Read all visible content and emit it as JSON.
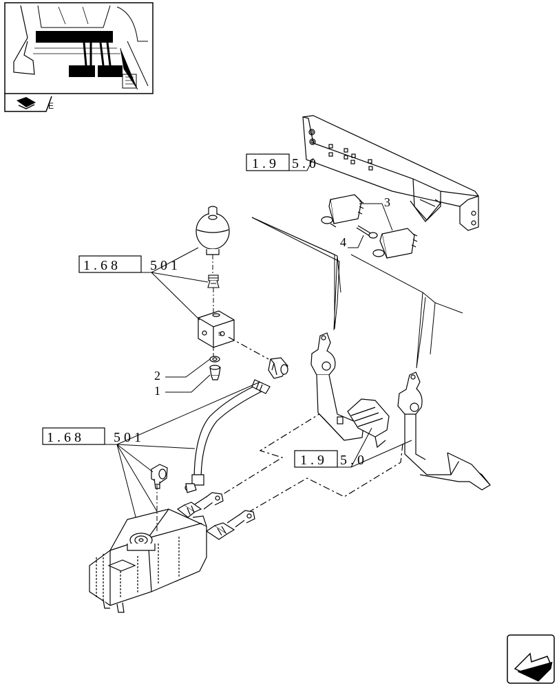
{
  "thumbnail": {
    "label": "E"
  },
  "references": {
    "ref_195_top": {
      "boxed": "1 . 9",
      "suffix": "5 . 0"
    },
    "ref_168_top": {
      "boxed": "1 . 6 8",
      "suffix": "5   0 1"
    },
    "ref_168_bottom": {
      "boxed": "1 . 6 8",
      "suffix": "5   0 1"
    },
    "ref_195_bottom": {
      "boxed": "1 . 9",
      "suffix": "5 . 0"
    }
  },
  "item_numbers": {
    "item_1": "1",
    "item_2": "2",
    "item_3": "3",
    "item_4": "4"
  },
  "navigation": {
    "next_icon": "arrow-nav-icon"
  }
}
